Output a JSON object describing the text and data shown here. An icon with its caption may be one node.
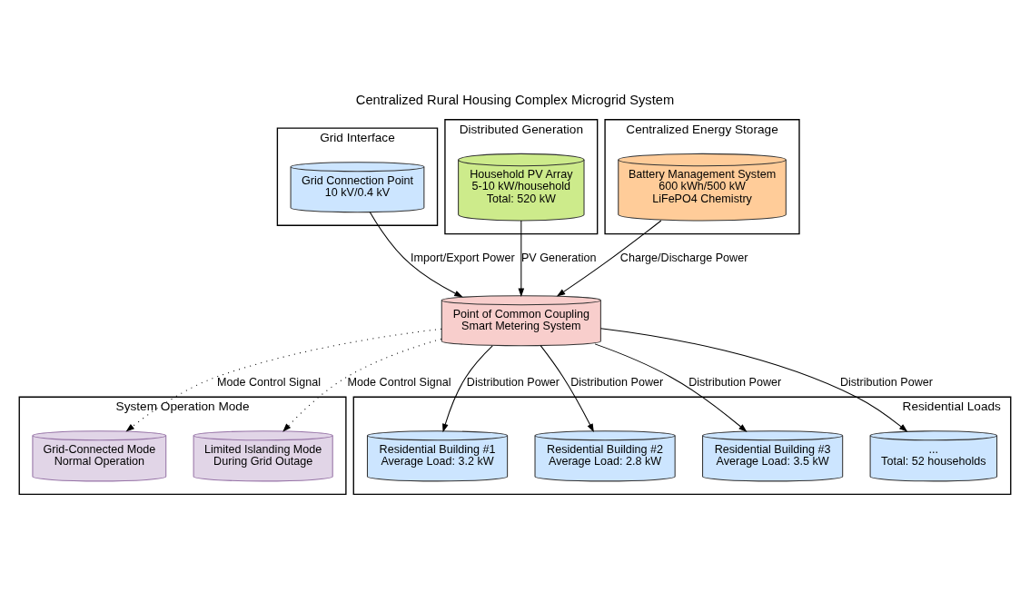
{
  "diagram": {
    "title": "Centralized Rural Housing Complex Microgrid System",
    "nodes": [
      {
        "text": [
          "Grid Interface"
        ]
      },
      {
        "text": [
          "Grid Connection Point",
          "10 kV/0.4 kV"
        ],
        "in": 0
      },
      {
        "text": [
          "Distributed Generation"
        ]
      },
      {
        "text": [
          "Household PV Array",
          "5-10 kW/household",
          "Total: 520 kW"
        ],
        "in": 2
      },
      {
        "text": [
          "Centralized Energy Storage"
        ]
      },
      {
        "text": [
          "Battery Management System",
          "600 kWh/500 kW",
          "LiFePO4 Chemistry"
        ],
        "in": 4
      },
      {
        "text": [
          "Point of Common Coupling",
          "Smart Metering System"
        ]
      },
      {
        "text": [
          "System Operation Mode"
        ]
      },
      {
        "text": [
          "Grid-Connected Mode",
          "Normal Operation"
        ],
        "in": 7
      },
      {
        "text": [
          "Limited Islanding Mode",
          "During Grid Outage"
        ],
        "in": 7
      },
      {
        "text": [
          "Residential Loads"
        ]
      },
      {
        "text": [
          "Residential Building #1",
          "Average Load: 3.2 kW"
        ],
        "in": 10
      },
      {
        "text": [
          "Residential Building #2",
          "Average Load: 2.8 kW"
        ],
        "in": 10
      },
      {
        "text": [
          "Residential Building #3",
          "Average Load: 3.5 kW"
        ],
        "in": 10
      },
      {
        "text": [
          "...",
          "Total: 52 households"
        ],
        "in": 10
      }
    ],
    "edges": [
      {
        "from": 1,
        "to": 6,
        "arrow": "to",
        "label": "Import/Export Power"
      },
      {
        "from": 3,
        "to": 6,
        "arrow": "to",
        "label": "PV Generation"
      },
      {
        "from": 5,
        "to": 6,
        "arrow": "to",
        "label": "Charge/Discharge Power"
      },
      {
        "from": 6,
        "to": 8,
        "arrow": "to",
        "label": "Mode Control Signal",
        "style": "dashed"
      },
      {
        "from": 6,
        "to": 9,
        "arrow": "to",
        "label": "Mode Control Signal",
        "style": "dashed"
      },
      {
        "from": 6,
        "to": 11,
        "arrow": "to",
        "label": "Distribution Power"
      },
      {
        "from": 6,
        "to": 12,
        "arrow": "to",
        "label": "Distribution Power"
      },
      {
        "from": 6,
        "to": 13,
        "arrow": "to",
        "label": "Distribution Power"
      },
      {
        "from": 6,
        "to": 14,
        "arrow": "to",
        "label": "Distribution Power"
      }
    ]
  }
}
